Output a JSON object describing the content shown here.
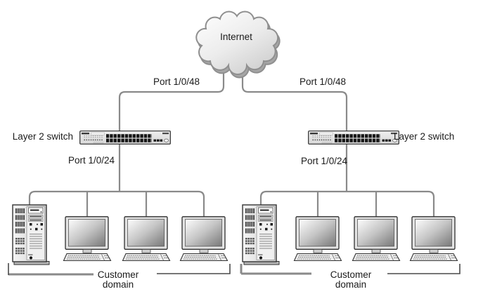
{
  "colors": {
    "wire": "#8a8a8a",
    "bracket_heavy": "#8a8a8a",
    "bracket_light": "#4a4a4a",
    "text": "#1b1b1b"
  },
  "cloud": {
    "label": "Internet"
  },
  "links": {
    "left_uplink_label": "Port 1/0/48",
    "right_uplink_label": "Port 1/0/48",
    "left_downlink_label": "Port 1/0/24",
    "right_downlink_label": "Port 1/0/24"
  },
  "switches": {
    "left_label": "Layer 2 switch",
    "right_label": "Layer 2 switch"
  },
  "domains": {
    "left": {
      "label_line1": "Customer",
      "label_line2": "domain",
      "devices": [
        "server-tower",
        "desktop-pc",
        "desktop-pc",
        "desktop-pc"
      ]
    },
    "right": {
      "label_line1": "Customer",
      "label_line2": "domain",
      "devices": [
        "server-tower",
        "desktop-pc",
        "desktop-pc",
        "desktop-pc"
      ]
    }
  }
}
